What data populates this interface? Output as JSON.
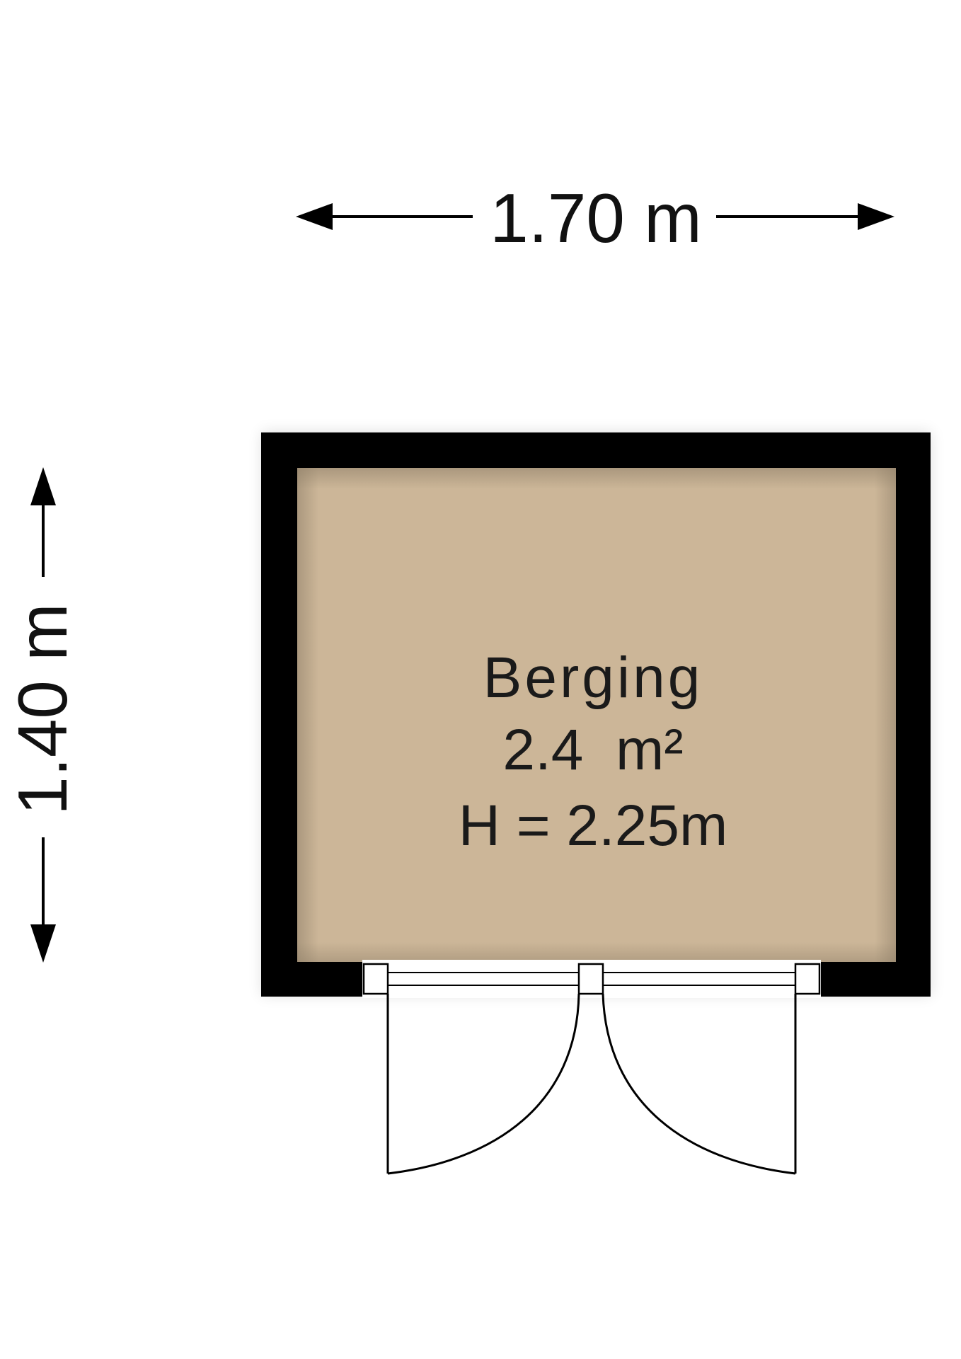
{
  "floorplan": {
    "width_dimension": "1.70 m",
    "height_dimension": "1.40 m",
    "room": {
      "name": "Berging",
      "area": "2.4  m²",
      "height": "H = 2.25m"
    }
  },
  "colors": {
    "wall": "#000000",
    "floor": "#ccb698",
    "floor_shade": "#a8967c",
    "line": "#000000",
    "background": "#ffffff"
  }
}
